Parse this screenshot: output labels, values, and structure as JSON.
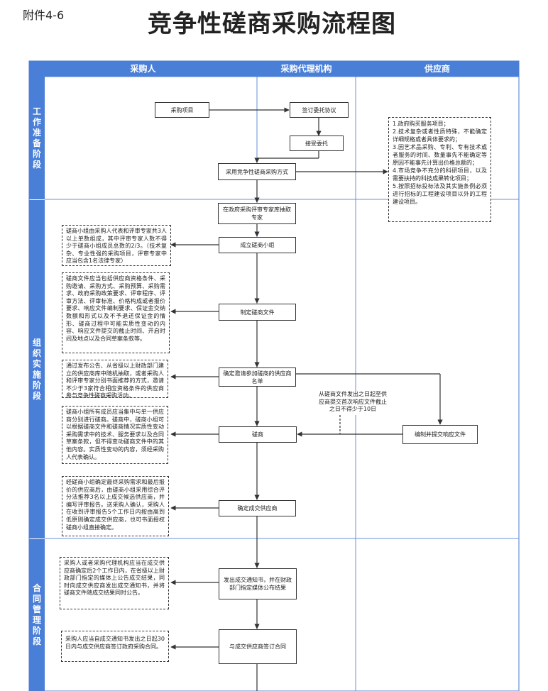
{
  "attachment": "附件4-6",
  "title": "竞争性磋商采购流程图",
  "lanes": {
    "purchaser": "采购人",
    "agency": "采购代理机构",
    "supplier": "供应商"
  },
  "stages": {
    "preparation": "工作准备阶段",
    "implementation": "组织实施阶段",
    "contract": "合同管理阶段"
  },
  "steps": {
    "procurement_project": "采购项目",
    "sign_agreement": "签订委托协议",
    "accept_entrust": "接受委托",
    "adopt_method": "采用竞争性磋商采购方式",
    "draw_experts": "在政府采购评审专家库抽取专家",
    "form_team": "成立磋商小组",
    "make_docs": "制定磋商文件",
    "determine_suppliers": "确定邀请参加磋商的供应商名单",
    "negotiate": "磋商",
    "prepare_response": "编制并提交响应文件",
    "determine_winner": "确定成交供应商",
    "issue_notice": "发出成交通知书，并在财政部门指定媒体公布结果",
    "sign_contract": "与成交供应商签订合同"
  },
  "notes": {
    "applicability": "1.政府购买服务项目；\n2.技术复杂或者性质特殊，不能确定详细规格或者具体要求的；\n3.因艺术品采购、专利、专有技术或者服务的时间、数量事先不能确定等原因不能事先计算出价格总额的；\n4.市场竞争不充分的科研项目，以及需要扶持的科技成果转化项目；\n5.按照招标投标法及其实施条例必须进行招标的工程建设项目以外的工程建设项目。",
    "team": "磋商小组由采购人代表和评审专家共3人以上单数组成，其中评审专家人数不得少于磋商小组成员总数的2/3。（技术复杂、专业性强的采购项目，评审专家中应当包含1名法律专家）",
    "docs": "磋商文件应当包括供应商资格条件、采购邀请、采购方式、采购预算、采购需求、政府采购政策要求、评审程序、评审方法、评审标准、价格构成或者报价要求、响应文件编制要求、保证金交纳数额和形式以及不予退还保证金的情形、磋商过程中可能实质性变动的内容、响应文件提交的截止时间、开启时间及地点以及合同草案条款等。",
    "suppliers": "通过发布公告、从省级以上财政部门建立的供应商库中随机抽取，或者采购人和评审专家分别书面推荐的方式，邀请不少于3家符合相应资格条件的供应商参与竞争性磋商采购活动。",
    "negotiation": "磋商小组所有成员应当集中与单一供应商分别进行磋商。磋商中，磋商小组可以根据磋商文件和磋商情况实质性变动采购需求中的技术、服务要求以及合同草案条款，但不得变动磋商文件中的其他内容。实质性变动的内容，须经采购人代表确认。",
    "winner": "经磋商小组确定最终采购需求和最后报价的供应商后，由磋商小组采用综合评分法推荐3名以上成交候选供应商，并编写评审报告。送采购人确认，采购人在收到评审报告5个工作日内按由高到低原则确定成交供应商，也可书面授权磋商小组直接确定。",
    "notice": "采购人或者采购代理机构应当在成交供应商确定后2个工作日内，在省级以上财政部门指定的媒体上公告成交结果，同时向成交供应商发出成交通知书，并将磋商文件随成交结果同时公告。",
    "contract": "采购人应当自成交通知书发出之日起30日内与成交供应商签订政府采购合同。",
    "deadline": "从磋商文件发出之日起至供应商提交首次响应文件截止之日不得少于10日"
  },
  "colors": {
    "lane_header": "#4a7fd8",
    "stage_band": "#4a7fd8",
    "grid": "#6a8fd8",
    "arrow": "#333333"
  }
}
